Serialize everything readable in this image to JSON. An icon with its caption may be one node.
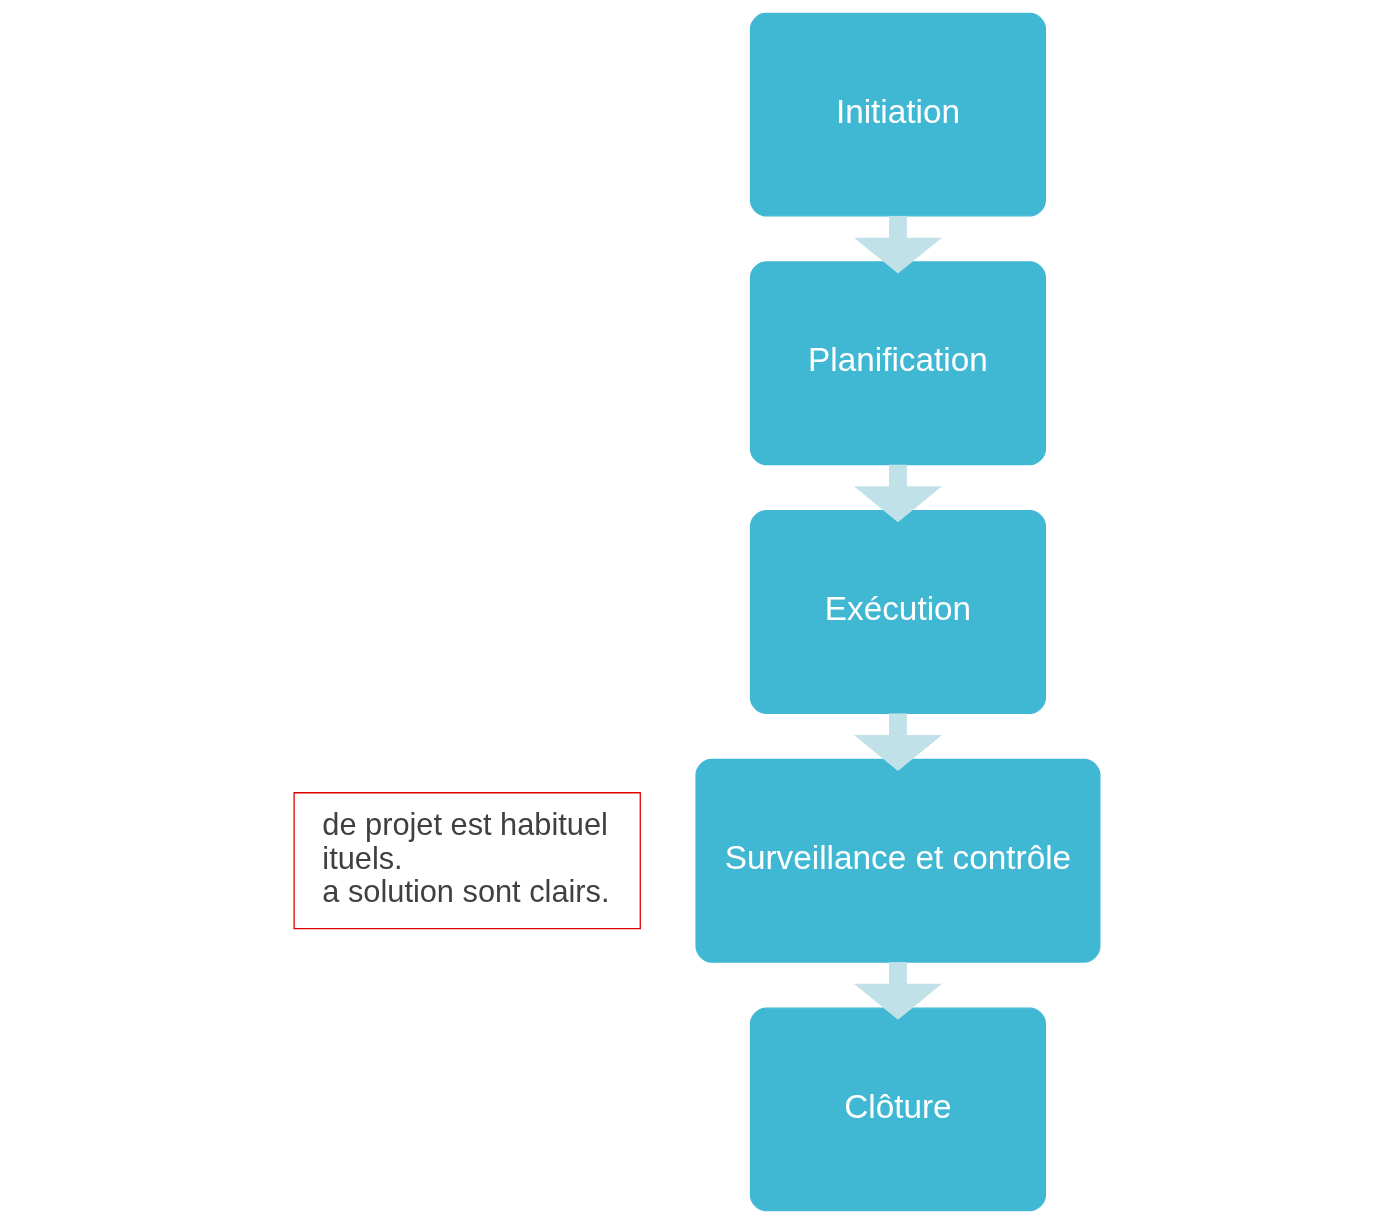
{
  "diagram": {
    "nodes": [
      {
        "text": [
          "Initiation"
        ]
      },
      {
        "text": [
          "Planification"
        ]
      },
      {
        "text": [
          "Exécution"
        ]
      },
      {
        "text": [
          "Surveillance et contrôle"
        ]
      },
      {
        "text": [
          "Clôture"
        ]
      },
      {
        "text": [
          "de projet est habituel",
          "ituels.",
          "a solution sont clairs."
        ]
      }
    ],
    "edges": [
      {
        "from": 0,
        "to": 1,
        "arrow": "to"
      },
      {
        "from": 1,
        "to": 2,
        "arrow": "to"
      },
      {
        "from": 2,
        "to": 3,
        "arrow": "to"
      },
      {
        "from": 3,
        "to": 4,
        "arrow": "to"
      }
    ]
  }
}
